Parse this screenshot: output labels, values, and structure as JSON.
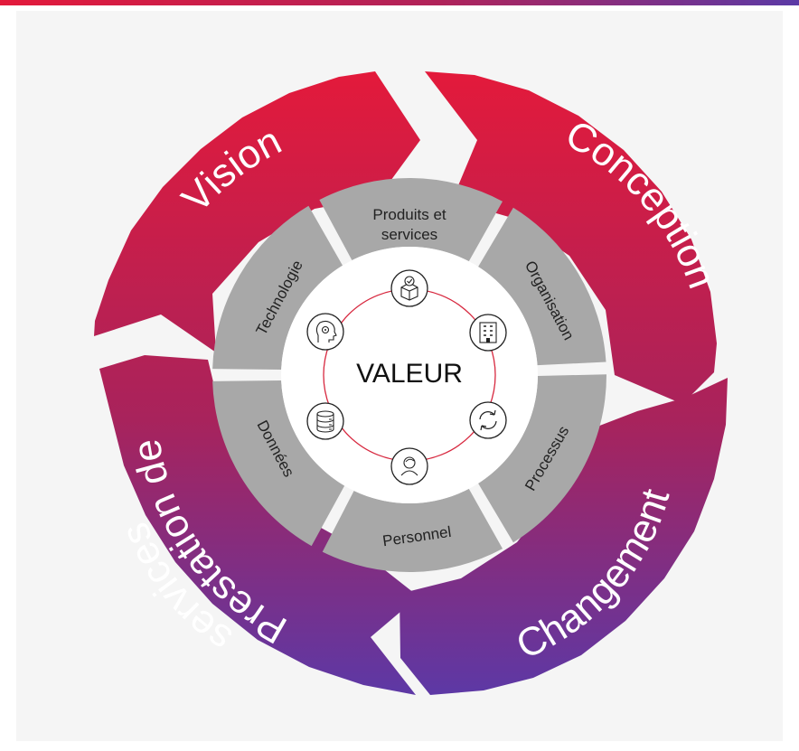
{
  "colors": {
    "top": "#e31a3b",
    "mid": "#a8235c",
    "bottom": "#5a39a8",
    "segment": "#a8a8a8",
    "ring_line": "#d7283f",
    "background": "#f5f5f5"
  },
  "outer": {
    "vision": "Vision",
    "conception": "Conception",
    "changement": "Changement",
    "prestation_line1": "Prestation de",
    "prestation_line2": "services"
  },
  "segments": {
    "produits_line1": "Produits et",
    "produits_line2": "services",
    "organisation": "Organisation",
    "processus": "Processus",
    "personnel": "Personnel",
    "donnees": "Données",
    "technologie": "Technologie"
  },
  "center": {
    "label": "VALEUR"
  },
  "icons": [
    "box-check-icon",
    "building-icon",
    "cycle-arrows-icon",
    "person-icon",
    "database-icon",
    "head-gear-icon"
  ]
}
